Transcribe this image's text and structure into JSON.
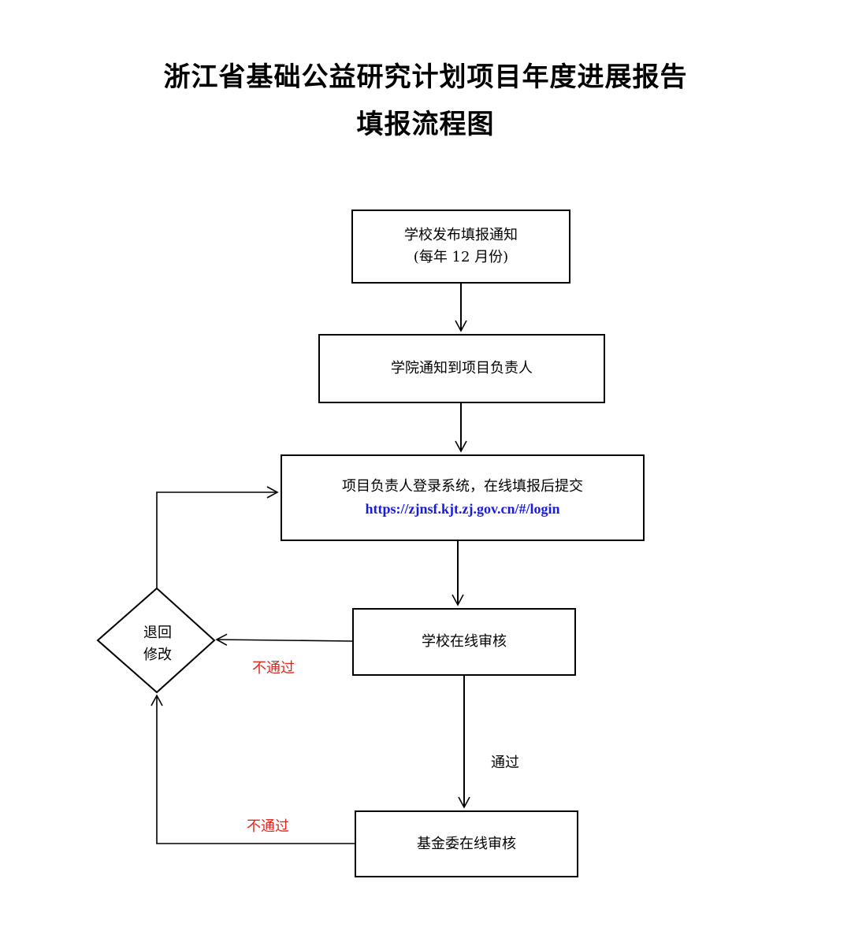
{
  "title": {
    "line1": "浙江省基础公益研究计划项目年度进展报告",
    "line2": "填报流程图"
  },
  "nodes": {
    "notice": {
      "line1": "学校发布填报通知",
      "line2": "(每年 12 月份)"
    },
    "college": {
      "text": "学院通知到项目负责人"
    },
    "login": {
      "line1": "项目负责人登录系统，在线填报后提交",
      "url": "https://zjnsf.kjt.zj.gov.cn/#/login"
    },
    "school_review": {
      "text": "学校在线审核"
    },
    "fund_review": {
      "text": "基金委在线审核"
    },
    "return": {
      "line1": "退回",
      "line2": "修改"
    }
  },
  "edge_labels": {
    "school_fail": "不通过",
    "pass": "通过",
    "fund_fail": "不通过"
  },
  "colors": {
    "fail_label": "#e8231a",
    "url": "#1a1ae6",
    "stroke": "#000000"
  }
}
